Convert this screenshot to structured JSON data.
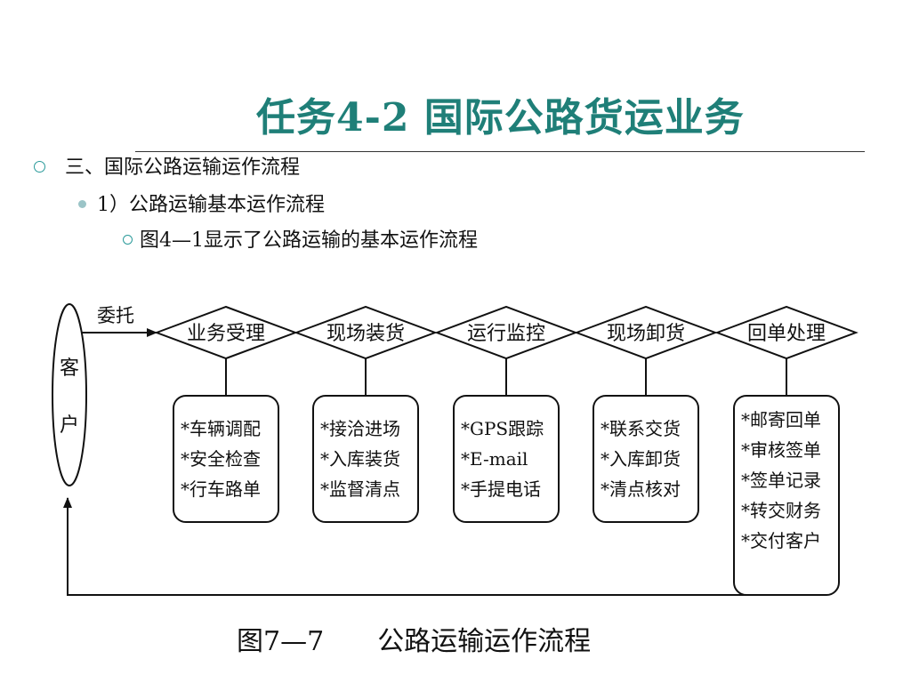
{
  "slide": {
    "title": "任务4-2  国际公路货运业务",
    "bullets": [
      {
        "level": 1,
        "marker": "ring-icon",
        "text": "三、国际公路运输运作流程"
      },
      {
        "level": 2,
        "marker": "dot-icon",
        "text": "1）公路运输基本运作流程"
      },
      {
        "level": 3,
        "marker": "ring-icon",
        "text": "图4—1显示了公路运输的基本运作流程"
      }
    ],
    "accent_color": "#1f7f78"
  },
  "diagram": {
    "customer_chars": [
      "客",
      "户"
    ],
    "entrust_label": "委托",
    "steps": [
      {
        "label": "业务受理",
        "details": [
          "*车辆调配",
          "*安全检查",
          "*行车路单"
        ]
      },
      {
        "label": "现场装货",
        "details": [
          "*接洽进场",
          "*入库装货",
          "*监督清点"
        ]
      },
      {
        "label": "运行监控",
        "details": [
          "*GPS跟踪",
          "*E-mail",
          "*手提电话"
        ]
      },
      {
        "label": "现场卸货",
        "details": [
          "*联系交货",
          "*入库卸货",
          "*清点核对"
        ]
      },
      {
        "label": "回单处理",
        "details": [
          "*邮寄回单",
          "*审核签单",
          "*签单记录",
          "*转交财务",
          "*交付客户"
        ]
      }
    ]
  },
  "caption": {
    "figure_no": "图7—7",
    "text": "公路运输运作流程"
  }
}
